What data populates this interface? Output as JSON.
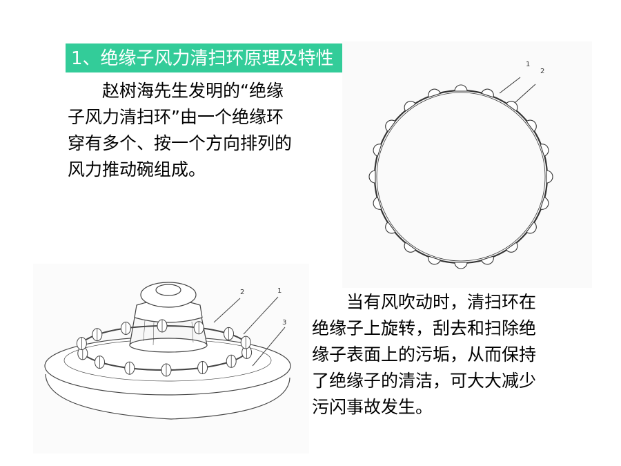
{
  "title": "1、绝缘子风力清扫环原理及特性",
  "paragraph1": {
    "lines": [
      "　　赵树海先生发明的“绝缘",
      "子风力清扫环”由一个绝缘环",
      "穿有多个、按一个方向排列的",
      "风力推动碗组成。"
    ]
  },
  "paragraph2": {
    "lines": [
      "　　当有风吹动时，清扫环在",
      "绝缘子上旋转，刮去和扫除绝",
      "缘子表面上的污垢，从而保持",
      "了绝缘子的清洁，可大大减少",
      "污闪事故发生。"
    ]
  },
  "ring_figure": {
    "labels": [
      "1",
      "2"
    ]
  },
  "insulator_figure": {
    "labels": [
      "2",
      "1",
      "3"
    ]
  },
  "colors": {
    "title_background": "#33cc99",
    "title_text": "#ffffff"
  }
}
